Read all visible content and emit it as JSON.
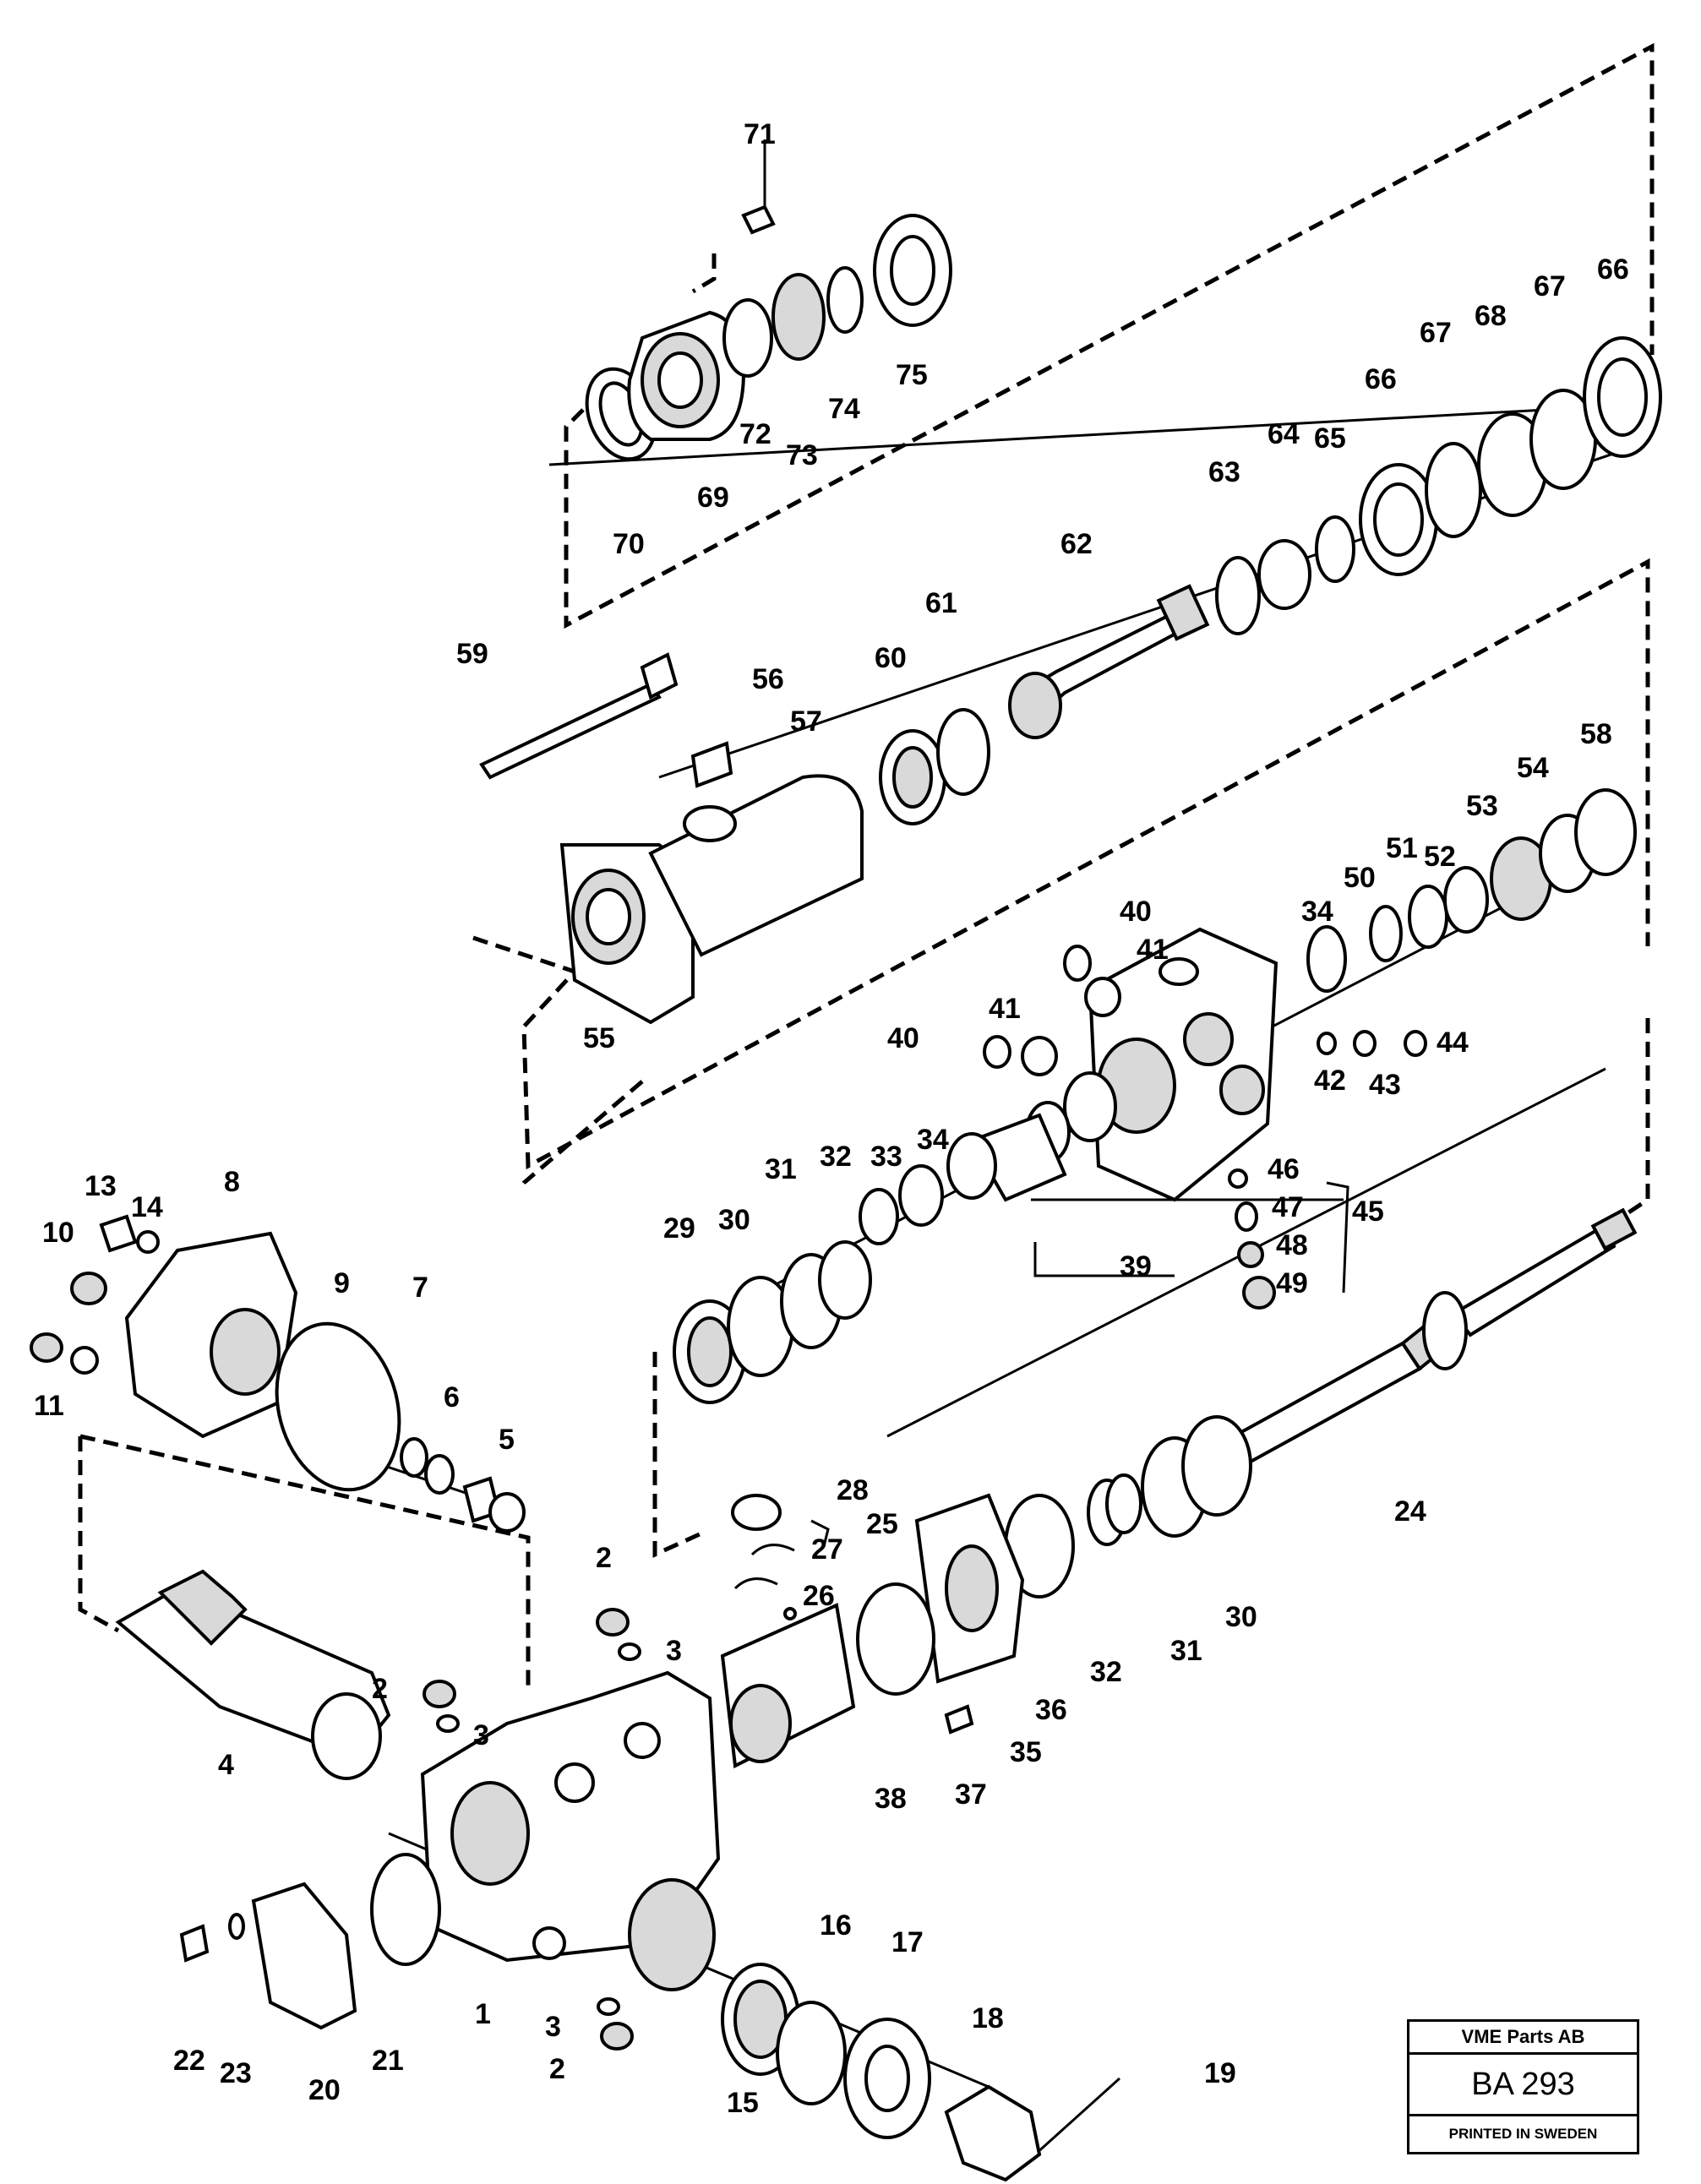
{
  "title_block": {
    "company": "VME Parts AB",
    "code": "BA 293",
    "printed": "PRINTED IN SWEDEN"
  },
  "labels": {
    "p1": "1",
    "p2a": "2",
    "p2b": "2",
    "p2c": "2",
    "p3a": "3",
    "p3b": "3",
    "p3c": "3",
    "p4": "4",
    "p5": "5",
    "p6": "6",
    "p7": "7",
    "p8": "8",
    "p9": "9",
    "p10": "10",
    "p11": "11",
    "p13": "13",
    "p14": "14",
    "p15": "15",
    "p16": "16",
    "p17": "17",
    "p18": "18",
    "p19": "19",
    "p20": "20",
    "p21": "21",
    "p22": "22",
    "p23": "23",
    "p24": "24",
    "p25": "25",
    "p26": "26",
    "p27": "27",
    "p28": "28",
    "p29": "29",
    "p30a": "30",
    "p30b": "30",
    "p31a": "31",
    "p31b": "31",
    "p32a": "32",
    "p32b": "32",
    "p33": "33",
    "p34a": "34",
    "p34b": "34",
    "p35": "35",
    "p36": "36",
    "p37": "37",
    "p38": "38",
    "p39": "39",
    "p40a": "40",
    "p40b": "40",
    "p41a": "41",
    "p41b": "41",
    "p42": "42",
    "p43": "43",
    "p44": "44",
    "p45": "45",
    "p46": "46",
    "p47": "47",
    "p48": "48",
    "p49": "49",
    "p50": "50",
    "p51": "51",
    "p52": "52",
    "p53": "53",
    "p54": "54",
    "p55": "55",
    "p56": "56",
    "p57": "57",
    "p58": "58",
    "p59": "59",
    "p60": "60",
    "p61": "61",
    "p62": "62",
    "p63": "63",
    "p64": "64",
    "p65": "65",
    "p66a": "66",
    "p66b": "66",
    "p67a": "67",
    "p67b": "67",
    "p68": "68",
    "p69": "69",
    "p70": "70",
    "p71": "71",
    "p72": "72",
    "p73": "73",
    "p74": "74",
    "p75": "75"
  }
}
